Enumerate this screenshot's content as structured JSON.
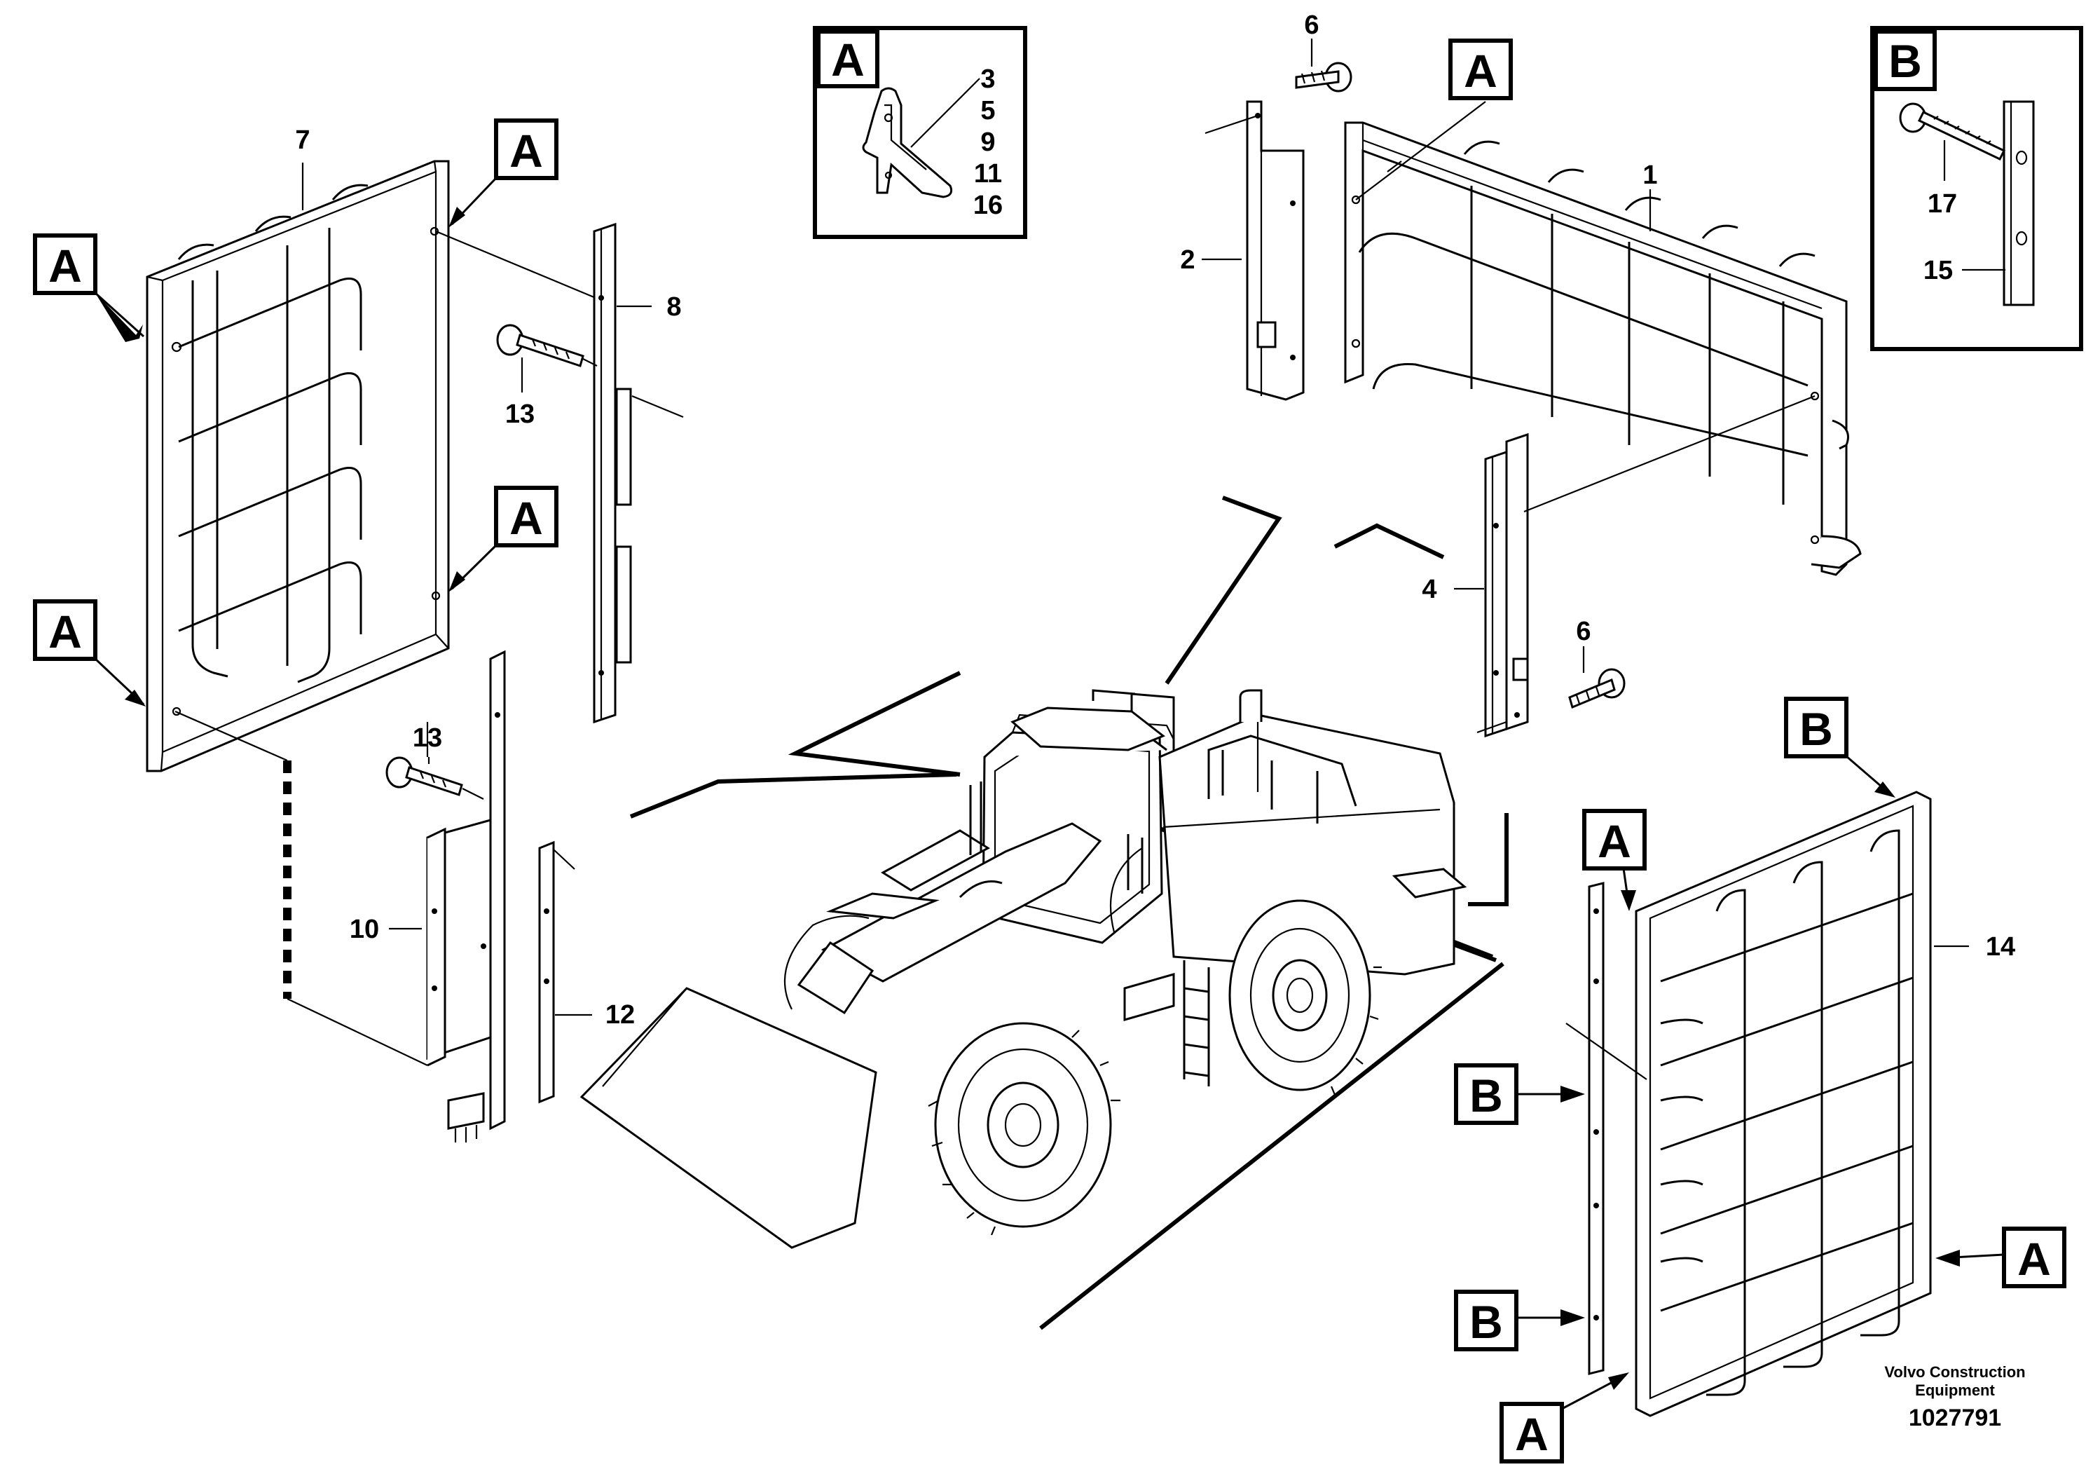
{
  "labels": {
    "a": "A",
    "b": "B"
  },
  "callouts": {
    "c1": "1",
    "c2": "2",
    "c4": "4",
    "c6a": "6",
    "c6b": "6",
    "c7": "7",
    "c8": "8",
    "c10": "10",
    "c12": "12",
    "c13a": "13",
    "c13b": "13",
    "c14": "14",
    "c15": "15",
    "c17": "17"
  },
  "detail_a": {
    "title": "A",
    "parts": [
      "3",
      "5",
      "9",
      "11",
      "16"
    ]
  },
  "detail_b": {
    "title": "B",
    "parts": [
      "17",
      "15"
    ]
  },
  "footer": {
    "brand_line1": "Volvo Construction",
    "brand_line2": "Equipment",
    "reference": "1027791"
  }
}
